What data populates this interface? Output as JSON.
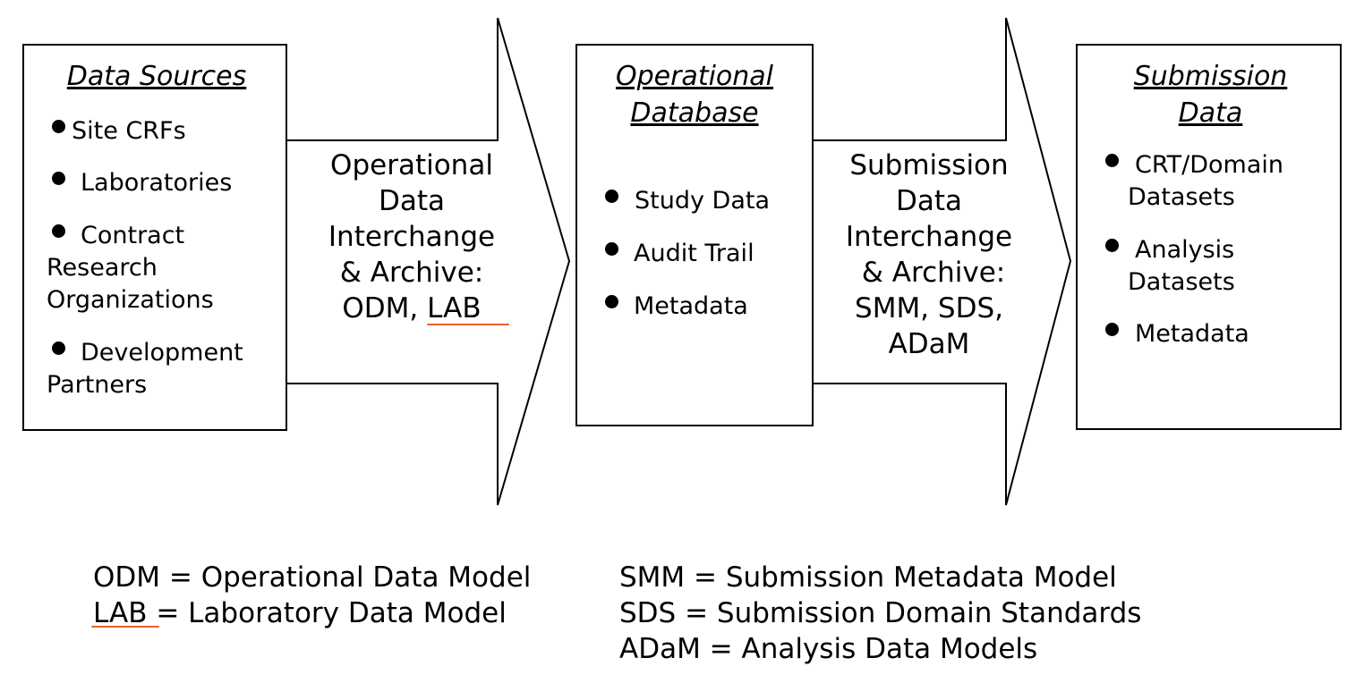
{
  "boxes": {
    "sources": {
      "title": "Data Sources",
      "items": [
        "Site CRFs",
        "Laboratories",
        "Contract",
        "Research",
        "Organizations",
        "Development",
        "Partners"
      ]
    },
    "operational": {
      "title_line1": "Operational",
      "title_line2": "Database",
      "items": [
        "Study Data",
        "Audit Trail",
        "Metadata"
      ]
    },
    "submission": {
      "title_line1": "Submission",
      "title_line2": "Data",
      "items": [
        "CRT/Domain",
        "Datasets",
        "Analysis",
        "Datasets",
        "Metadata"
      ]
    }
  },
  "arrows": {
    "first": {
      "lines": [
        "Operational",
        "Data",
        "Interchange",
        "& Archive:"
      ],
      "last_prefix": "ODM, ",
      "last_lab": "LAB"
    },
    "second": {
      "lines": [
        "Submission",
        "Data",
        "Interchange",
        "& Archive:",
        "SMM, SDS,",
        "ADaM"
      ]
    }
  },
  "legend": {
    "left": {
      "odm": "ODM = Operational Data Model",
      "lab_abbr": "LAB",
      "lab_rest": " = Laboratory Data Model"
    },
    "right": [
      "SMM = Submission Metadata Model",
      "SDS = Submission  Domain Standards",
      "ADaM = Analysis Data Models"
    ]
  },
  "colors": {
    "stroke": "#000000",
    "spellcheck_underline": "#e8602c"
  }
}
